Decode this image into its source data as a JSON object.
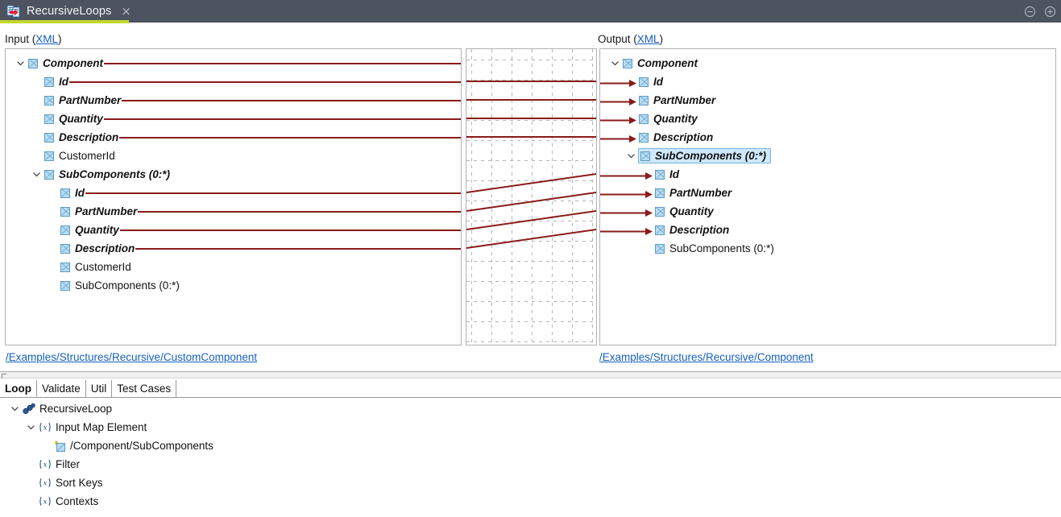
{
  "window": {
    "tab_title": "RecursiveLoops",
    "tab_icon": "mapping-document-icon",
    "close_label": "×",
    "minimize_icon": "minus-circle-icon",
    "maximize_icon": "plus-circle-icon",
    "accent_color": "#c4d82e",
    "titlebar_color": "#4d5360"
  },
  "input_panel": {
    "label_prefix": "Input (",
    "label_link": "XML",
    "label_suffix": ")",
    "path_link": "/Examples/Structures/Recursive/CustomComponent",
    "rows": [
      {
        "label": "Component",
        "indent": 0,
        "twisty": "expanded",
        "mapped": true,
        "line": true
      },
      {
        "label": "Id",
        "indent": 1,
        "twisty": "none",
        "mapped": true,
        "line": true
      },
      {
        "label": "PartNumber",
        "indent": 1,
        "twisty": "none",
        "mapped": true,
        "line": true
      },
      {
        "label": "Quantity",
        "indent": 1,
        "twisty": "none",
        "mapped": true,
        "line": true
      },
      {
        "label": "Description",
        "indent": 1,
        "twisty": "none",
        "mapped": true,
        "line": true
      },
      {
        "label": "CustomerId",
        "indent": 1,
        "twisty": "none",
        "mapped": false,
        "line": false
      },
      {
        "label": "SubComponents (0:*)",
        "indent": 1,
        "twisty": "expanded",
        "mapped": true,
        "line": false
      },
      {
        "label": "Id",
        "indent": 2,
        "twisty": "none",
        "mapped": true,
        "line": true
      },
      {
        "label": "PartNumber",
        "indent": 2,
        "twisty": "none",
        "mapped": true,
        "line": true
      },
      {
        "label": "Quantity",
        "indent": 2,
        "twisty": "none",
        "mapped": true,
        "line": true
      },
      {
        "label": "Description",
        "indent": 2,
        "twisty": "none",
        "mapped": true,
        "line": true
      },
      {
        "label": "CustomerId",
        "indent": 2,
        "twisty": "none",
        "mapped": false,
        "line": false
      },
      {
        "label": "SubComponents (0:*)",
        "indent": 2,
        "twisty": "none",
        "mapped": false,
        "line": false
      }
    ]
  },
  "output_panel": {
    "label_prefix": "Output (",
    "label_link": "XML",
    "label_suffix": ")",
    "path_link": "/Examples/Structures/Recursive/Component",
    "rows": [
      {
        "label": "Component",
        "indent": 0,
        "twisty": "expanded",
        "mapped": true,
        "arrow": false,
        "selected": false
      },
      {
        "label": "Id",
        "indent": 1,
        "twisty": "none",
        "mapped": true,
        "arrow": true,
        "selected": false
      },
      {
        "label": "PartNumber",
        "indent": 1,
        "twisty": "none",
        "mapped": true,
        "arrow": true,
        "selected": false
      },
      {
        "label": "Quantity",
        "indent": 1,
        "twisty": "none",
        "mapped": true,
        "arrow": true,
        "selected": false
      },
      {
        "label": "Description",
        "indent": 1,
        "twisty": "none",
        "mapped": true,
        "arrow": true,
        "selected": false
      },
      {
        "label": "SubComponents (0:*)",
        "indent": 1,
        "twisty": "expanded",
        "mapped": true,
        "arrow": false,
        "selected": true
      },
      {
        "label": "Id",
        "indent": 2,
        "twisty": "none",
        "mapped": true,
        "arrow": true,
        "selected": false
      },
      {
        "label": "PartNumber",
        "indent": 2,
        "twisty": "none",
        "mapped": true,
        "arrow": true,
        "selected": false
      },
      {
        "label": "Quantity",
        "indent": 2,
        "twisty": "none",
        "mapped": true,
        "arrow": true,
        "selected": false
      },
      {
        "label": "Description",
        "indent": 2,
        "twisty": "none",
        "mapped": true,
        "arrow": true,
        "selected": false
      },
      {
        "label": "SubComponents (0:*)",
        "indent": 2,
        "twisty": "none",
        "mapped": false,
        "arrow": false,
        "selected": false
      }
    ]
  },
  "canvas": {
    "link_color": "#8b1a1a",
    "grid_color": "#b5b5b5",
    "links": [
      {
        "from_row": 1,
        "to_row": 1
      },
      {
        "from_row": 2,
        "to_row": 2
      },
      {
        "from_row": 3,
        "to_row": 3
      },
      {
        "from_row": 4,
        "to_row": 4
      },
      {
        "from_row": 7,
        "to_row": 6
      },
      {
        "from_row": 8,
        "to_row": 7
      },
      {
        "from_row": 9,
        "to_row": 8
      },
      {
        "from_row": 10,
        "to_row": 9
      }
    ]
  },
  "bottom": {
    "tabs": [
      {
        "label": "Loop",
        "active": true
      },
      {
        "label": "Validate",
        "active": false
      },
      {
        "label": "Util",
        "active": false
      },
      {
        "label": "Test Cases",
        "active": false
      }
    ],
    "tree": [
      {
        "label": "RecursiveLoop",
        "indent": 0,
        "twisty": "expanded",
        "icon": "chain-link-icon"
      },
      {
        "label": "Input Map Element",
        "indent": 1,
        "twisty": "expanded",
        "icon": "function-fx-icon"
      },
      {
        "label": "/Component/SubComponents",
        "indent": 2,
        "twisty": "none",
        "icon": "xpath-element-icon"
      },
      {
        "label": "Filter",
        "indent": 1,
        "twisty": "none",
        "icon": "function-fx-icon"
      },
      {
        "label": "Sort Keys",
        "indent": 1,
        "twisty": "none",
        "icon": "function-fx-icon"
      },
      {
        "label": "Contexts",
        "indent": 1,
        "twisty": "none",
        "icon": "function-fx-icon"
      }
    ]
  }
}
